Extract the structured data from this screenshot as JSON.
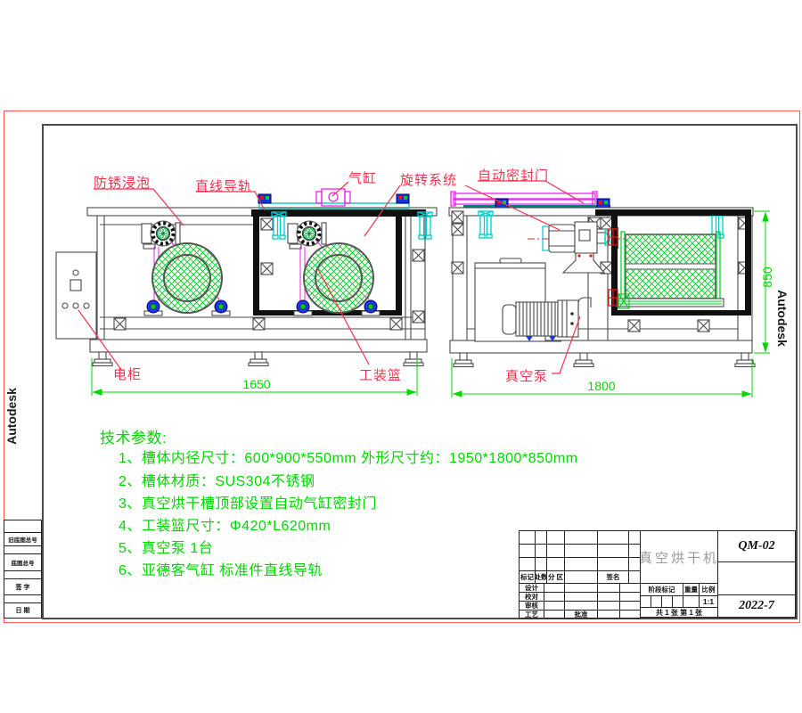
{
  "watermark": "Autodesk",
  "callouts": {
    "rust_soak": "防锈浸泡",
    "linear_guide": "直线导轨",
    "air_cylinder": "气缸",
    "rotation_system": "旋转系统",
    "auto_seal_door": "自动密封门",
    "electric_cabinet": "电柜",
    "tooling_basket": "工装篮",
    "vacuum_pump": "真空泵"
  },
  "dimensions": {
    "front_width": "1650",
    "side_width": "1800",
    "height": "850"
  },
  "tech_params": {
    "title": "技术参数:",
    "items": [
      "1、槽体内径尺寸：600*900*550mm   外形尺寸约：1950*1800*850mm",
      "2、槽体材质：SUS304不锈钢",
      "3、真空烘干槽顶部设置自动气缸密封门",
      "4、工装篮尺寸：Φ420*L620mm",
      "5、真空泵  1台",
      "6、亚德客气缸    标准件直线导轨"
    ]
  },
  "title_block": {
    "part_name": "真空烘干机",
    "drawing_no": "QM-02",
    "date": "2022-7",
    "scale": "1:1",
    "col_mark": "标记",
    "col_count": "处数",
    "col_zone": "分 区",
    "col_sign": "签名",
    "row_design": "设计",
    "row_check": "校对",
    "row_review": "审核",
    "row_process": "工艺",
    "row_approve": "批准",
    "stage_mark": "阶段标记",
    "weight": "重量",
    "scale_label": "比例",
    "sheets": "共 1 张  第 1 张"
  },
  "margin_block": {
    "old_base_no": "旧底图总号",
    "base_no": "底图总号",
    "signature": "签  字",
    "date": "日  期"
  },
  "colors": {
    "callout_red": "#f8324e",
    "dimension_green": "#00d800",
    "hatch_green": "#00cc22",
    "rail_cyan": "#00cdcd",
    "slider_blue": "#1133dd",
    "actuator_magenta": "#ee22ee"
  }
}
